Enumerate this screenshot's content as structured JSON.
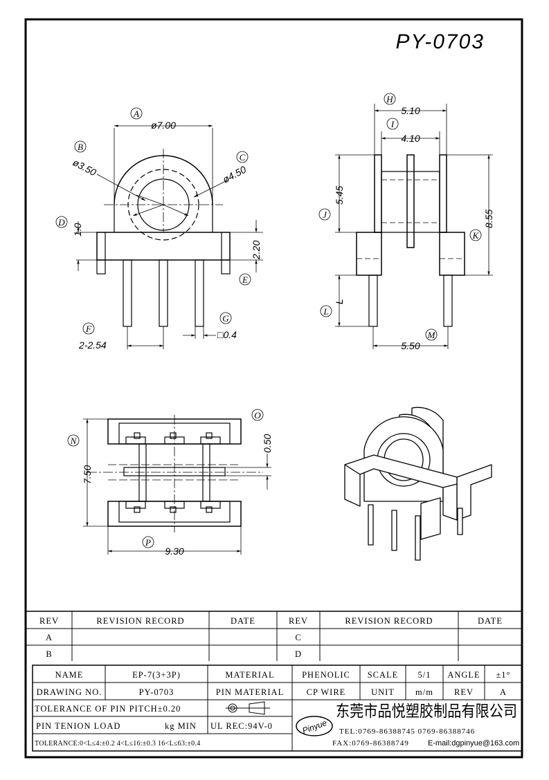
{
  "part_number": "PY-0703",
  "front_view": {
    "callouts": [
      "A",
      "B",
      "C",
      "D",
      "E",
      "F",
      "G"
    ],
    "dim_a": "ø7.00",
    "dim_b": "ø3.50",
    "dim_c": "ø4.50",
    "dim_d": "1.0",
    "dim_e": "2.20",
    "dim_f": "2-2.54",
    "dim_g": "□0.4"
  },
  "side_view": {
    "callouts": [
      "H",
      "I",
      "J",
      "K",
      "L",
      "M"
    ],
    "dim_h": "5.10",
    "dim_i": "4.10",
    "dim_j": "5.45",
    "dim_k": "8.55",
    "dim_l": "L",
    "dim_m": "5.50"
  },
  "top_view": {
    "callouts": [
      "N",
      "O",
      "P"
    ],
    "dim_n": "7.50",
    "dim_o": "0.50",
    "dim_p": "9.30"
  },
  "revision_table": {
    "headers": [
      "REV",
      "REVISION RECORD",
      "DATE",
      "REV",
      "REVISION RECORD",
      "DATE"
    ],
    "rows": [
      [
        "A",
        "",
        "",
        "C",
        "",
        ""
      ],
      [
        "B",
        "",
        "",
        "D",
        "",
        ""
      ]
    ]
  },
  "info_table": {
    "name_label": "NAME",
    "name_value": "EP-7(3+3P)",
    "material_label": "MATERIAL",
    "material_value": "PHENOLIC",
    "scale_label": "SCALE",
    "scale_value": "5/1",
    "angle_label": "ANGLE",
    "angle_value": "±1°",
    "drawing_no_label": "DRAWING NO.",
    "drawing_no_value": "PY-0703",
    "pin_material_label": "PIN MATERIAL",
    "pin_material_value": "CP WIRE",
    "unit_label": "UNIT",
    "unit_value": "m/m",
    "rev_label": "REV",
    "rev_value": "A",
    "tolerance_pin_pitch": "TOLERANCE OF PIN PITCH±0.20",
    "pin_tension_label": "PIN TENION LOAD",
    "pin_tension_unit": "kg MIN",
    "ul_rec": "UL REC:94V-0",
    "tolerance_general": "TOLERANCE:0<L≤4:±0.2  4<L≤16:±0.3  16<L≤63:±0.4",
    "logo_text": "Pinyue",
    "company_name": "东莞市品悦塑胶制品有限公司",
    "tel": "TEL:0769-86388745    0769-86388746",
    "fax": "FAX:0769-86388749",
    "email": "E-mail:dgpinyue@163.com"
  }
}
